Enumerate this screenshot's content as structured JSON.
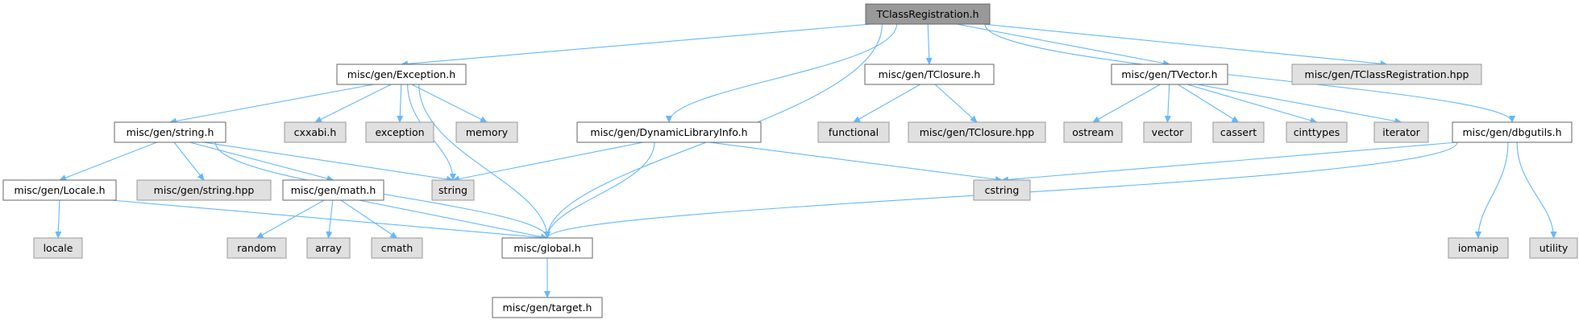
{
  "diagram": {
    "type": "include-dependency-graph",
    "colors": {
      "edge": "#63b8ff",
      "root_fill": "#999999",
      "file_fill": "#ffffff",
      "external_fill": "#e0e0e0",
      "border": "#666666"
    },
    "nodes": {
      "root": {
        "label": "TClassRegistration.h",
        "kind": "root"
      },
      "exception": {
        "label": "misc/gen/Exception.h",
        "kind": "file"
      },
      "dynlib": {
        "label": "misc/gen/DynamicLibraryInfo.h",
        "kind": "file"
      },
      "tclosure": {
        "label": "misc/gen/TClosure.h",
        "kind": "file"
      },
      "tvector": {
        "label": "misc/gen/TVector.h",
        "kind": "file"
      },
      "tclassreg_hpp": {
        "label": "misc/gen/TClassRegistration.hpp",
        "kind": "ext"
      },
      "dbgutils": {
        "label": "misc/gen/dbgutils.h",
        "kind": "file"
      },
      "stringh": {
        "label": "misc/gen/string.h",
        "kind": "file"
      },
      "cxxabi": {
        "label": "cxxabi.h",
        "kind": "ext"
      },
      "exceptionstd": {
        "label": "exception",
        "kind": "ext"
      },
      "memory": {
        "label": "memory",
        "kind": "ext"
      },
      "functional": {
        "label": "functional",
        "kind": "ext"
      },
      "tclosure_hpp": {
        "label": "misc/gen/TClosure.hpp",
        "kind": "ext"
      },
      "ostream": {
        "label": "ostream",
        "kind": "ext"
      },
      "vector": {
        "label": "vector",
        "kind": "ext"
      },
      "cassert": {
        "label": "cassert",
        "kind": "ext"
      },
      "cinttypes": {
        "label": "cinttypes",
        "kind": "ext"
      },
      "iterator": {
        "label": "iterator",
        "kind": "ext"
      },
      "locale_h": {
        "label": "misc/gen/Locale.h",
        "kind": "file"
      },
      "string_hpp": {
        "label": "misc/gen/string.hpp",
        "kind": "ext"
      },
      "mathh": {
        "label": "misc/gen/math.h",
        "kind": "file"
      },
      "string": {
        "label": "string",
        "kind": "ext"
      },
      "cstring": {
        "label": "cstring",
        "kind": "ext"
      },
      "iomanip": {
        "label": "iomanip",
        "kind": "ext"
      },
      "utility": {
        "label": "utility",
        "kind": "ext"
      },
      "locale": {
        "label": "locale",
        "kind": "ext"
      },
      "random": {
        "label": "random",
        "kind": "ext"
      },
      "array": {
        "label": "array",
        "kind": "ext"
      },
      "cmath": {
        "label": "cmath",
        "kind": "ext"
      },
      "global": {
        "label": "misc/global.h",
        "kind": "file"
      },
      "target": {
        "label": "misc/gen/target.h",
        "kind": "file"
      }
    },
    "edges": [
      [
        "root",
        "exception"
      ],
      [
        "root",
        "dynlib"
      ],
      [
        "root",
        "global"
      ],
      [
        "root",
        "tclosure"
      ],
      [
        "root",
        "tvector"
      ],
      [
        "root",
        "tclassreg_hpp"
      ],
      [
        "root",
        "dbgutils"
      ],
      [
        "exception",
        "stringh"
      ],
      [
        "exception",
        "cxxabi"
      ],
      [
        "exception",
        "exceptionstd"
      ],
      [
        "exception",
        "memory"
      ],
      [
        "exception",
        "global"
      ],
      [
        "exception",
        "string"
      ],
      [
        "stringh",
        "locale_h"
      ],
      [
        "stringh",
        "string_hpp"
      ],
      [
        "stringh",
        "mathh"
      ],
      [
        "stringh",
        "string"
      ],
      [
        "stringh",
        "global"
      ],
      [
        "locale_h",
        "locale"
      ],
      [
        "locale_h",
        "global"
      ],
      [
        "mathh",
        "random"
      ],
      [
        "mathh",
        "array"
      ],
      [
        "mathh",
        "cmath"
      ],
      [
        "mathh",
        "global"
      ],
      [
        "dynlib",
        "string"
      ],
      [
        "dynlib",
        "global"
      ],
      [
        "dynlib",
        "cstring"
      ],
      [
        "tclosure",
        "functional"
      ],
      [
        "tclosure",
        "tclosure_hpp"
      ],
      [
        "tvector",
        "ostream"
      ],
      [
        "tvector",
        "vector"
      ],
      [
        "tvector",
        "cassert"
      ],
      [
        "tvector",
        "cinttypes"
      ],
      [
        "tvector",
        "iterator"
      ],
      [
        "dbgutils",
        "cstring"
      ],
      [
        "dbgutils",
        "iomanip"
      ],
      [
        "dbgutils",
        "utility"
      ],
      [
        "dbgutils",
        "global"
      ],
      [
        "global",
        "target"
      ]
    ]
  }
}
